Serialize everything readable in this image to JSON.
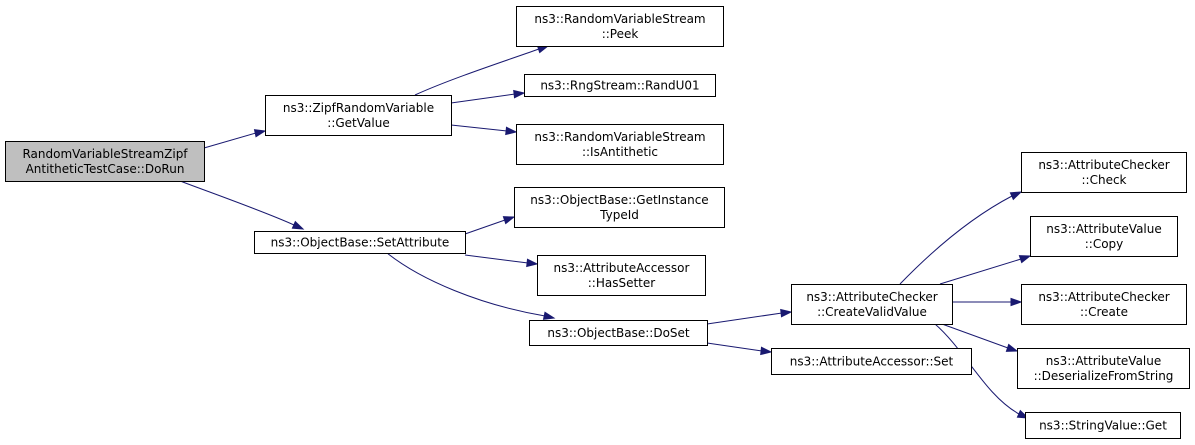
{
  "nodes": {
    "root": {
      "lines": [
        "RandomVariableStreamZipf",
        "AntitheticTestCase::DoRun"
      ]
    },
    "zipf_getvalue": {
      "lines": [
        "ns3::ZipfRandomVariable",
        "::GetValue"
      ]
    },
    "objectbase_setattribute": {
      "lines": [
        "ns3::ObjectBase::SetAttribute"
      ]
    },
    "rvs_peek": {
      "lines": [
        "ns3::RandomVariableStream",
        "::Peek"
      ]
    },
    "rngstream_randu01": {
      "lines": [
        "ns3::RngStream::RandU01"
      ]
    },
    "rvs_isantithetic": {
      "lines": [
        "ns3::RandomVariableStream",
        "::IsAntithetic"
      ]
    },
    "objectbase_getinstancetypeid": {
      "lines": [
        "ns3::ObjectBase::GetInstance",
        "TypeId"
      ]
    },
    "accessor_hassetter": {
      "lines": [
        "ns3::AttributeAccessor",
        "::HasSetter"
      ]
    },
    "objectbase_doset": {
      "lines": [
        "ns3::ObjectBase::DoSet"
      ]
    },
    "checker_createvalidvalue": {
      "lines": [
        "ns3::AttributeChecker",
        "::CreateValidValue"
      ]
    },
    "accessor_set": {
      "lines": [
        "ns3::AttributeAccessor::Set"
      ]
    },
    "checker_check": {
      "lines": [
        "ns3::AttributeChecker",
        "::Check"
      ]
    },
    "value_copy": {
      "lines": [
        "ns3::AttributeValue",
        "::Copy"
      ]
    },
    "checker_create": {
      "lines": [
        "ns3::AttributeChecker",
        "::Create"
      ]
    },
    "value_deserializefromstring": {
      "lines": [
        "ns3::AttributeValue",
        "::DeserializeFromString"
      ]
    },
    "stringvalue_get": {
      "lines": [
        "ns3::StringValue::Get"
      ]
    }
  },
  "edges": [
    {
      "from": "root",
      "to": "zipf_getvalue"
    },
    {
      "from": "root",
      "to": "objectbase_setattribute"
    },
    {
      "from": "zipf_getvalue",
      "to": "rvs_peek"
    },
    {
      "from": "zipf_getvalue",
      "to": "rngstream_randu01"
    },
    {
      "from": "zipf_getvalue",
      "to": "rvs_isantithetic"
    },
    {
      "from": "objectbase_setattribute",
      "to": "objectbase_getinstancetypeid"
    },
    {
      "from": "objectbase_setattribute",
      "to": "accessor_hassetter"
    },
    {
      "from": "objectbase_setattribute",
      "to": "objectbase_doset"
    },
    {
      "from": "objectbase_doset",
      "to": "checker_createvalidvalue"
    },
    {
      "from": "objectbase_doset",
      "to": "accessor_set"
    },
    {
      "from": "checker_createvalidvalue",
      "to": "checker_check"
    },
    {
      "from": "checker_createvalidvalue",
      "to": "value_copy"
    },
    {
      "from": "checker_createvalidvalue",
      "to": "checker_create"
    },
    {
      "from": "checker_createvalidvalue",
      "to": "value_deserializefromstring"
    },
    {
      "from": "checker_createvalidvalue",
      "to": "stringvalue_get"
    }
  ],
  "colors": {
    "edge": "#191970",
    "root_fill": "#bfbfbf",
    "node_fill": "#ffffff",
    "border": "#000000"
  }
}
